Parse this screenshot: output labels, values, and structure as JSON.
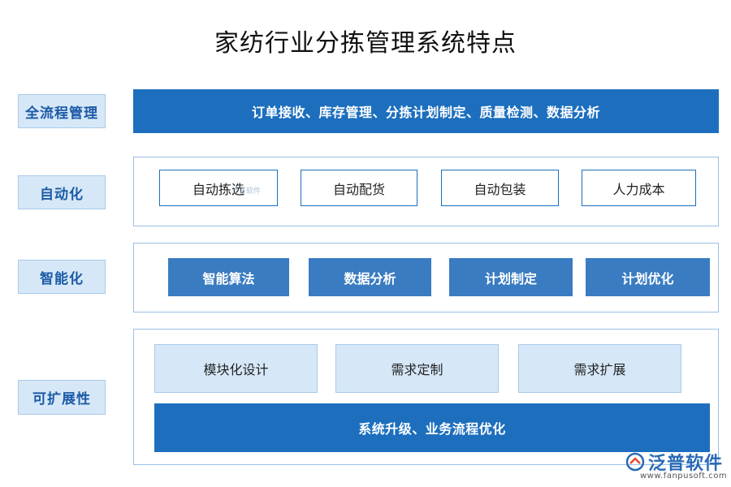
{
  "title": "家纺行业分拣管理系统特点",
  "rows": [
    {
      "label": "全流程管理",
      "banner": "订单接收、库存管理、分拣计划制定、质量检测、数据分析"
    },
    {
      "label": "自动化",
      "items": [
        "自动拣选",
        "自动配货",
        "自动包装",
        "人力成本"
      ]
    },
    {
      "label": "智能化",
      "items": [
        "智能算法",
        "数据分析",
        "计划制定",
        "计划优化"
      ]
    },
    {
      "label": "可扩展性",
      "items": [
        "模块化设计",
        "需求定制",
        "需求扩展"
      ],
      "banner": "系统升级、业务流程优化"
    }
  ],
  "watermark": {
    "small": "泛普软件",
    "brand": "泛普软件",
    "url": "www.fanpusoft.com"
  },
  "colors": {
    "primary": "#1d6fbe",
    "solid_box": "#3a7cc2",
    "light_fill": "#d6e8f8",
    "label_text": "#1c5aa6"
  }
}
